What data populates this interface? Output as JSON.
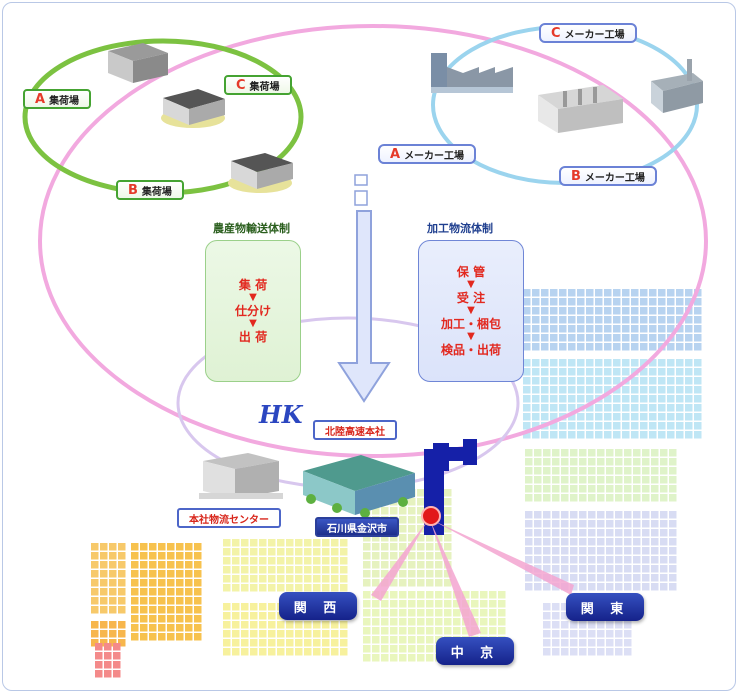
{
  "colors": {
    "accent_pink": "#f2a9df",
    "accent_blue": "#9bd4ee",
    "green_ring": "#7cc241",
    "red_text": "#e2281f",
    "navy": "#1e2f8c"
  },
  "collection_stations": [
    {
      "letter": "A",
      "label": "集荷場"
    },
    {
      "letter": "C",
      "label": "集荷場"
    },
    {
      "letter": "B",
      "label": "集荷場"
    }
  ],
  "factories": [
    {
      "letter": "C",
      "label": "メーカー工場"
    },
    {
      "letter": "A",
      "label": "メーカー工場"
    },
    {
      "letter": "B",
      "label": "メーカー工場"
    }
  ],
  "agri_system": {
    "title": "農産物輸送体制",
    "steps": [
      "集 荷",
      "仕分け",
      "出 荷"
    ]
  },
  "processed_system": {
    "title": "加工物流体制",
    "steps": [
      "保 管",
      "受 注",
      "加工・梱包",
      "検品・出荷"
    ]
  },
  "center_logo": "HK",
  "hq_label": "北陸高速本社",
  "distribution_center_label": "本社物流センター",
  "city_label": "石川県金沢市",
  "regions": [
    "関 西",
    "中 京",
    "関 東"
  ],
  "arrow_symbol": "▼"
}
